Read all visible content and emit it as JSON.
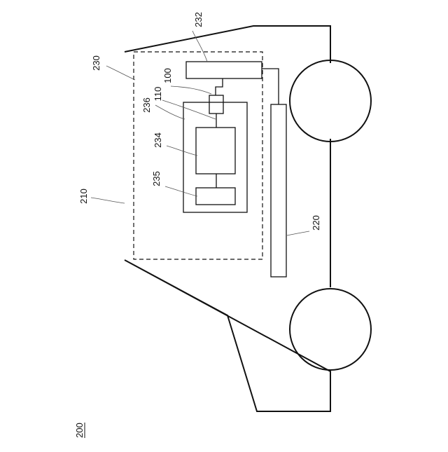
{
  "figure": {
    "ref_main": "200",
    "labels": {
      "body": "210",
      "battery_pack": "220",
      "dashed_region": "230",
      "top_box": "232",
      "large_box": "234",
      "small_box": "235",
      "outer_box": "236",
      "connector_100": "100",
      "connector_110": "110"
    }
  },
  "colors": {
    "line": "#111111",
    "background": "#ffffff"
  }
}
